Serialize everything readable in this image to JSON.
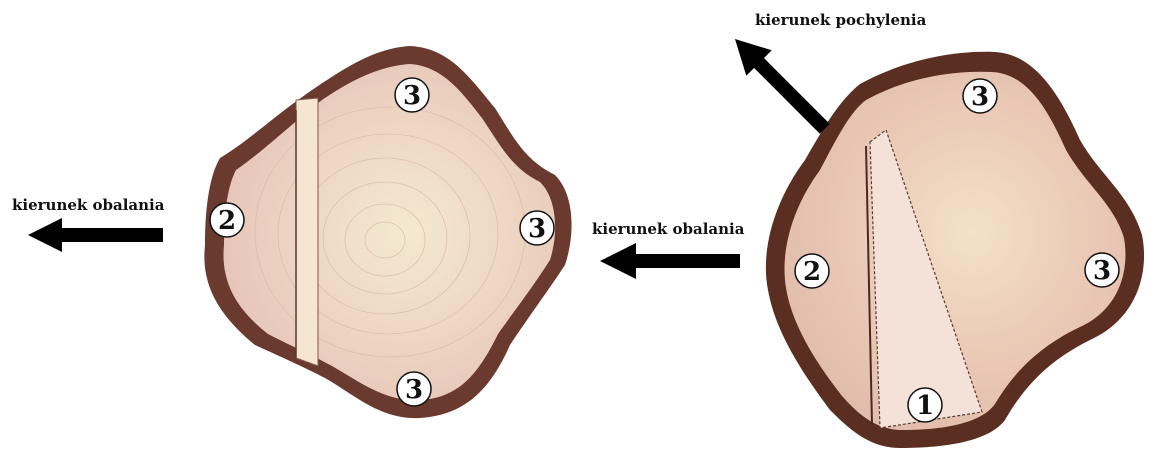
{
  "labels": {
    "left_direction": "kierunek obalania",
    "right_direction": "kierunek obalania",
    "tilt_direction": "kierunek pochylenia"
  },
  "markers": {
    "left_top": "3",
    "left_right": "3",
    "left_bottom": "3",
    "left_side": "2",
    "right_top": "3",
    "right_right": "3",
    "right_side": "2",
    "right_cut": "1"
  },
  "colors": {
    "bark": "#6b3a2e",
    "bark_dark": "#3a1f16",
    "wood": "#e9cbbd",
    "wood_light": "#f3e3cc",
    "arrow": "#000000"
  }
}
